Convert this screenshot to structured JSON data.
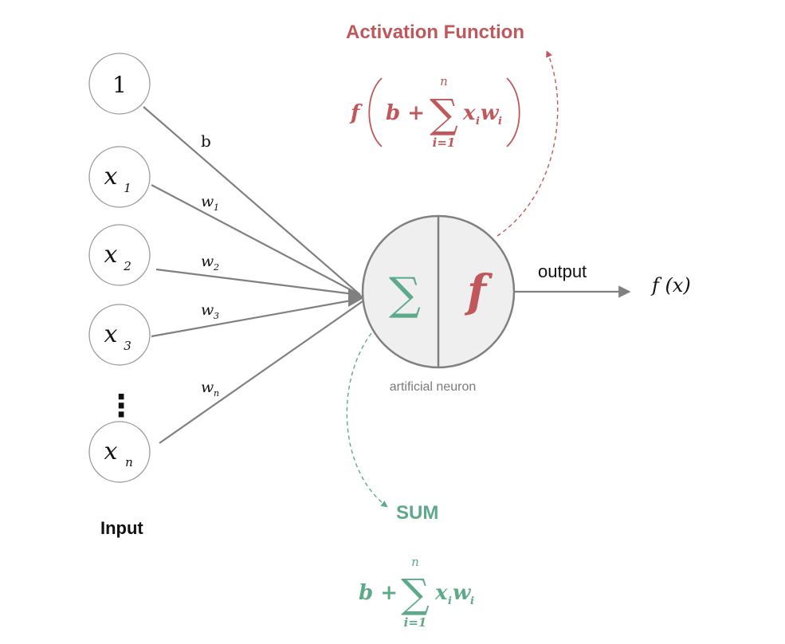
{
  "colors": {
    "activation": "#c0575b",
    "sum": "#5daa8a",
    "line": "#808080",
    "circle_stroke": "#9a9a9a",
    "neuron_fill": "#efefef",
    "text": "#111111",
    "caption": "#7a7a7a"
  },
  "inputs": [
    {
      "symbol": "1",
      "sub": "",
      "weight": "b",
      "weight_sub": ""
    },
    {
      "symbol": "x",
      "sub": "1",
      "weight": "w",
      "weight_sub": "1"
    },
    {
      "symbol": "x",
      "sub": "2",
      "weight": "w",
      "weight_sub": "2"
    },
    {
      "symbol": "x",
      "sub": "3",
      "weight": "w",
      "weight_sub": "3"
    },
    {
      "symbol": "x",
      "sub": "n",
      "weight": "w",
      "weight_sub": "n"
    }
  ],
  "ellipsis": "⋮",
  "input_label": "Input",
  "neuron": {
    "sum_symbol": "∑",
    "activation_symbol": "f",
    "caption": "artificial neuron"
  },
  "output": {
    "label": "output",
    "value": "f (x)"
  },
  "activation": {
    "title": "Activation Function",
    "f": "f",
    "b_plus": "b +",
    "sigma": "∑",
    "upper": "n",
    "lower": "i=1",
    "x": "x",
    "x_sub": "i",
    "w": "w",
    "w_sub": "i"
  },
  "sum": {
    "title": "SUM",
    "b_plus": "b +",
    "sigma": "∑",
    "upper": "n",
    "lower": "i=1",
    "x": "x",
    "x_sub": "i",
    "w": "w",
    "w_sub": "i"
  }
}
